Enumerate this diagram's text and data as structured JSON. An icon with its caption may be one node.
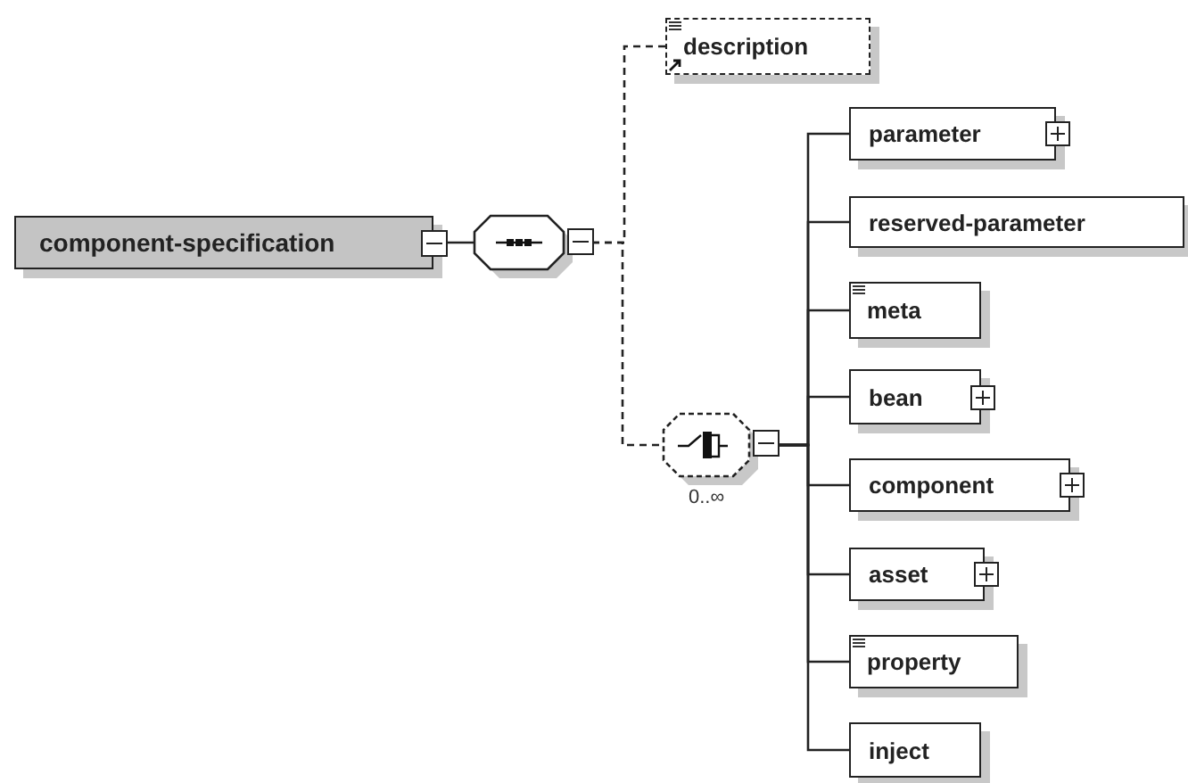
{
  "diagram": {
    "nodes": [
      {
        "text": [
          "component-specification"
        ]
      },
      {
        "text": [],
        "shape": "octagon"
      },
      {
        "text": [
          "description"
        ]
      },
      {
        "text": [],
        "shape": "octagon",
        "beside": [
          "0..∞"
        ]
      },
      {
        "text": [
          "parameter"
        ]
      },
      {
        "text": [
          "reserved-parameter"
        ]
      },
      {
        "text": [
          "meta"
        ]
      },
      {
        "text": [
          "bean"
        ]
      },
      {
        "text": [
          "component"
        ]
      },
      {
        "text": [
          "asset"
        ]
      },
      {
        "text": [
          "property"
        ]
      },
      {
        "text": [
          "inject"
        ]
      }
    ],
    "edges": [
      {
        "from": 0,
        "to": 1,
        "arrow": "none"
      },
      {
        "from": 1,
        "to": 2,
        "arrow": "none",
        "style": "dashed"
      },
      {
        "from": 1,
        "to": 3,
        "arrow": "none",
        "style": "dashed"
      },
      {
        "from": 3,
        "to": 4,
        "arrow": "none"
      },
      {
        "from": 3,
        "to": 5,
        "arrow": "none"
      },
      {
        "from": 3,
        "to": 6,
        "arrow": "none"
      },
      {
        "from": 3,
        "to": 7,
        "arrow": "none"
      },
      {
        "from": 3,
        "to": 8,
        "arrow": "none"
      },
      {
        "from": 3,
        "to": 9,
        "arrow": "none"
      },
      {
        "from": 3,
        "to": 10,
        "arrow": "none"
      },
      {
        "from": 3,
        "to": 11,
        "arrow": "none"
      }
    ]
  }
}
